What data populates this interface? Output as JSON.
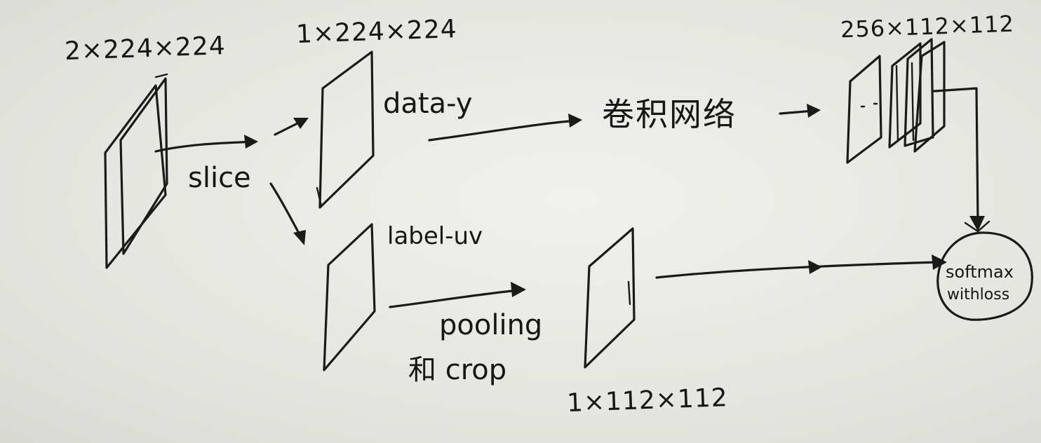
{
  "labels": {
    "input_dims": "2×224×224",
    "slice_dims": "1×224×224",
    "slice_op": "slice",
    "data_y": "data-y",
    "conv_net": "卷积网络",
    "feature_dims": "256×112×112",
    "label_uv": "label-uv",
    "pooling": "pooling",
    "and_crop": "和 crop",
    "target_dims": "1×112×112",
    "softmax_line1": "softmax",
    "softmax_line2": "withloss"
  }
}
